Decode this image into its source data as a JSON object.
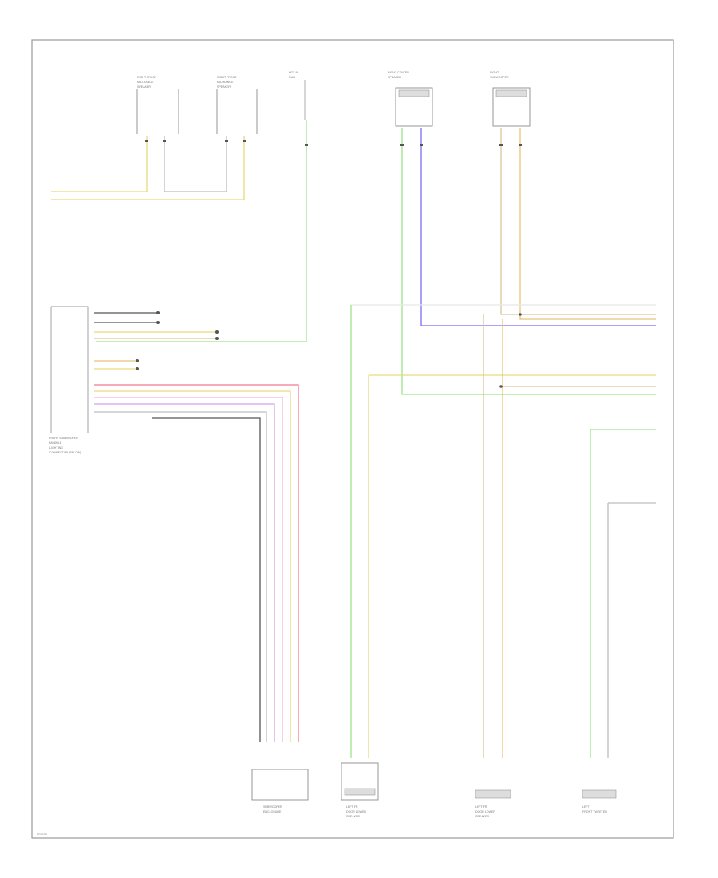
{
  "colors": {
    "yellow": "#e8d97a",
    "tan": "#d9c79a",
    "grey": "#bdbdbd",
    "black": "#555555",
    "green": "#9de38a",
    "blue": "#7a6cf0",
    "red": "#f07a8a",
    "pink": "#f0b7d8",
    "violet": "#d7a0e8",
    "orange": "#e8c27a"
  },
  "components": {
    "rear_tweeter_left": {
      "label_1": "RIGHT FRONT",
      "label_2": "MID-RANGE",
      "label_3": "SPEAKER"
    },
    "rear_tweeter_right": {
      "label_1": "RIGHT FRONT",
      "label_2": "MID-RANGE",
      "label_3": "SPEAKER"
    },
    "antenna": {
      "label_1": "HOT IN",
      "label_2": "RUN"
    },
    "center_speaker": {
      "label_1": "RIGHT CENTER",
      "label_2": "SPEAKER"
    },
    "rear_speaker": {
      "label_1": "RIGHT",
      "label_2": "SUBWOOFER"
    },
    "amplifier": {
      "label_1": "RIGHT SUBWOOFER",
      "label_2": "MODULE",
      "label_3": "LIGHTING",
      "label_4": "CONNECTOR (BELOW)"
    },
    "speaker_bottom_a": {
      "label_1": "SUBWOOFER",
      "label_2": "ENCLOSURE"
    },
    "speaker_bottom_b": {
      "label_1": "LEFT FR",
      "label_2": "DOOR LOWER",
      "label_3": "SPEAKER"
    },
    "speaker_bottom_c": {
      "label_1": "LEFT FR",
      "label_2": "DOOR LOWER",
      "label_3": "SPEAKER"
    },
    "speaker_bottom_d": {
      "label_1": "LEFT",
      "label_2": "FRONT TWEETER"
    }
  },
  "footer": {
    "page_id": "W3036"
  }
}
